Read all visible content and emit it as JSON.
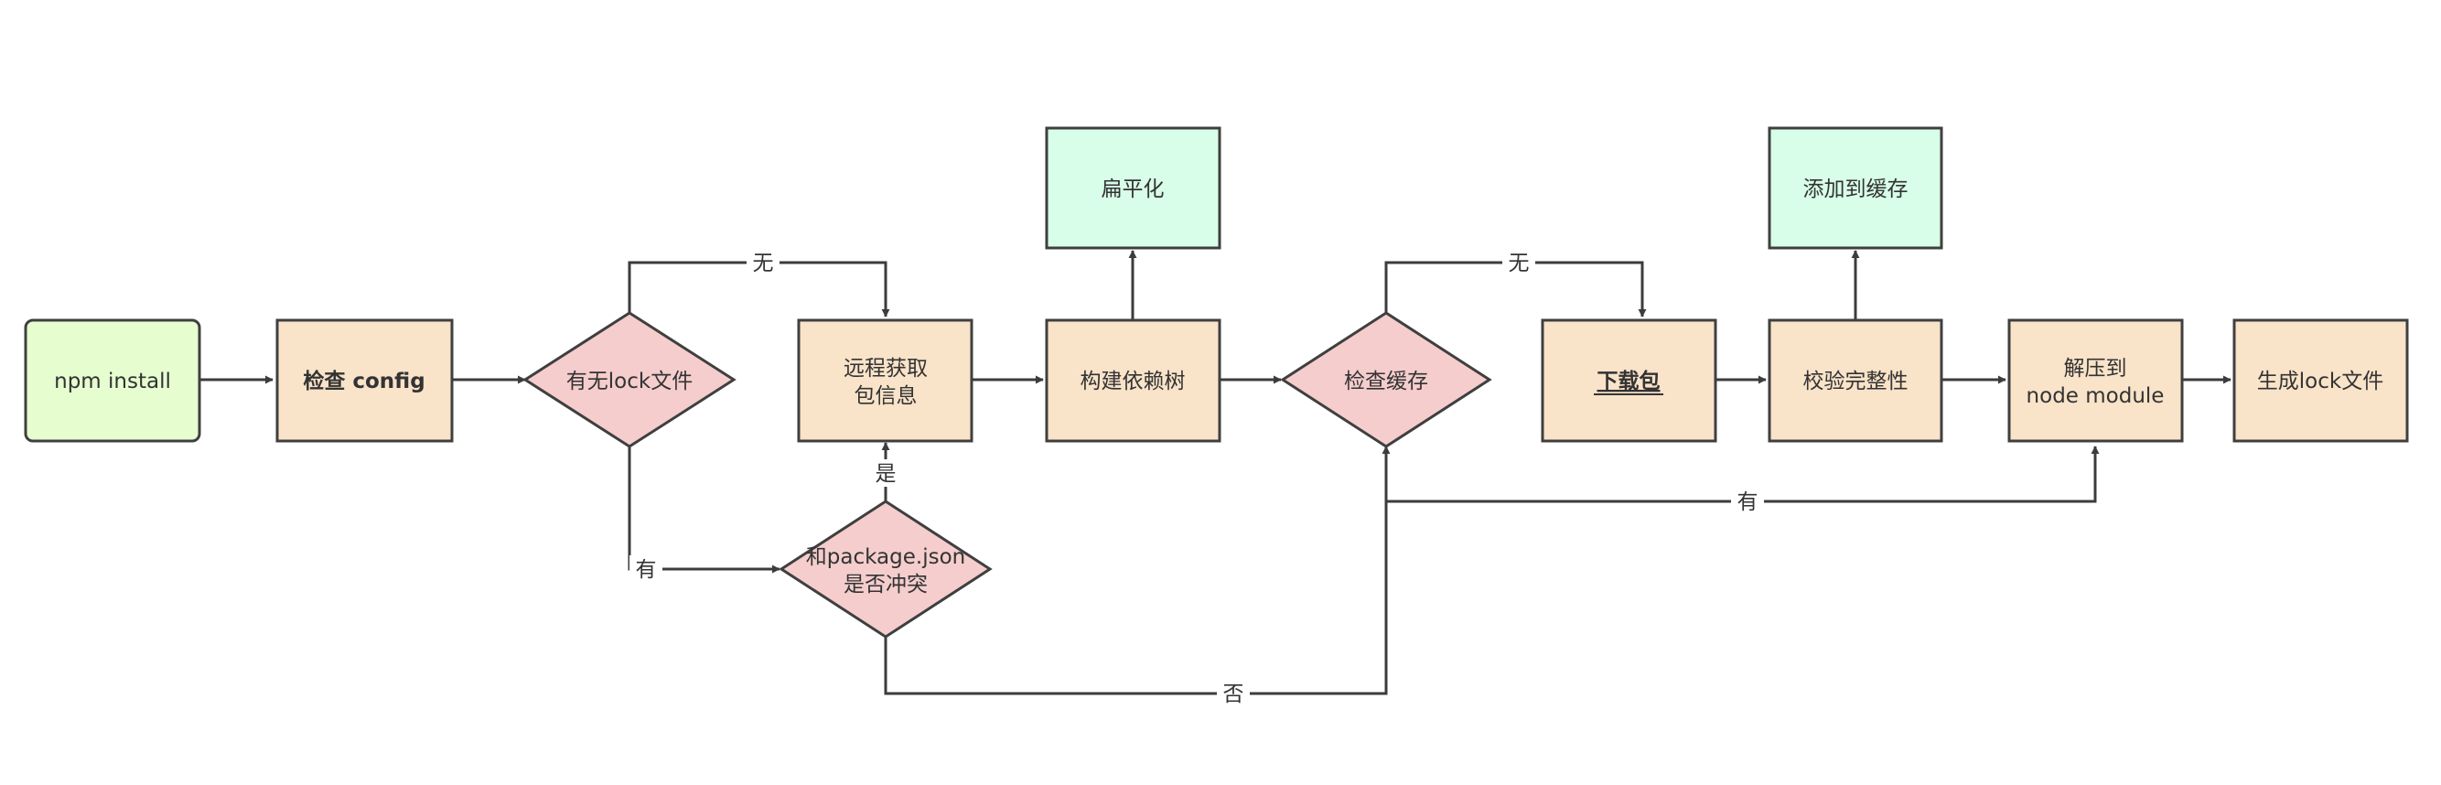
{
  "colors": {
    "start_fill": "#e6fdd0",
    "process_fill": "#f9e3c9",
    "decision_fill": "#f5cdcd",
    "result_fill": "#d8fde8",
    "stroke": "#3f3f3f"
  },
  "nodes": {
    "npm_install": {
      "label": "npm install"
    },
    "check_config": {
      "label": "检查 config"
    },
    "has_lock": {
      "label": "有无lock文件"
    },
    "fetch_remote": {
      "line1": "远程获取",
      "line2": "包信息"
    },
    "pkg_conflict": {
      "line1": "和package.json",
      "line2": "是否冲突"
    },
    "build_tree": {
      "label": "构建依赖树"
    },
    "flatten": {
      "label": "扁平化"
    },
    "check_cache": {
      "label": "检查缓存"
    },
    "download": {
      "label": "下载包"
    },
    "verify": {
      "label": "校验完整性"
    },
    "add_cache": {
      "label": "添加到缓存"
    },
    "extract": {
      "line1": "解压到",
      "line2": "node module"
    },
    "gen_lock": {
      "label": "生成lock文件"
    }
  },
  "edges": {
    "no_lock": "无",
    "has_lock": "有",
    "conflict_yes": "是",
    "conflict_no": "否",
    "no_cache": "无",
    "has_cache": "有"
  }
}
